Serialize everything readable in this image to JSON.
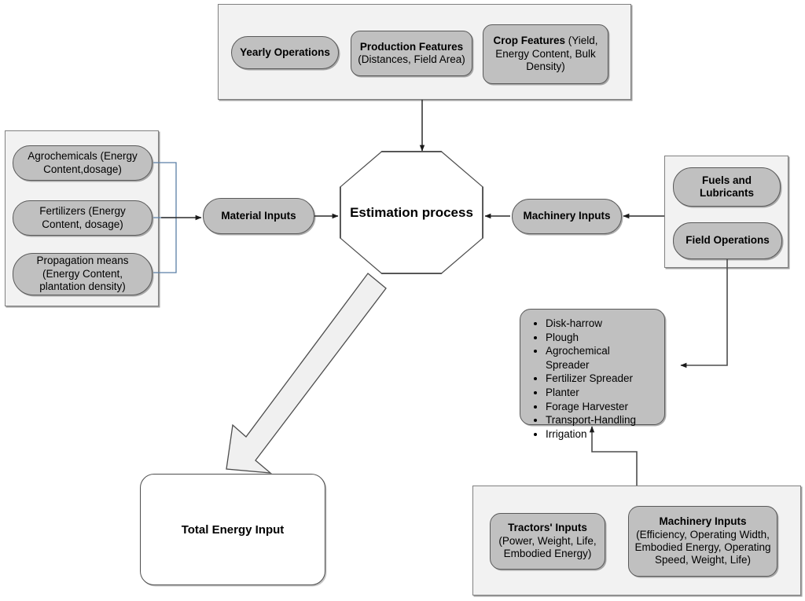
{
  "diagram": {
    "title": "Energy input estimation process flow diagram",
    "colors": {
      "node_fill": "#c0c0c0",
      "panel_fill": "#f2f2f2",
      "node_stroke": "#595959",
      "panel_stroke": "#808080",
      "connector": "#404040",
      "bus_connector": "#5b7fa6",
      "process_fill": "#ffffff"
    }
  },
  "top_panel": {
    "nodes": [
      {
        "bold": "Yearly Operations",
        "rest": ""
      },
      {
        "bold": "Production Features",
        "rest": "(Distances, Field Area)"
      },
      {
        "bold": "Crop Features",
        "rest": "(Yield, Energy Content, Bulk Density)"
      }
    ]
  },
  "left_panel": {
    "nodes": [
      {
        "bold": "",
        "rest": "Agrochemicals (Energy Content,dosage)"
      },
      {
        "bold": "",
        "rest": "Fertilizers (Energy Content, dosage)"
      },
      {
        "bold": "",
        "rest": "Propagation means (Energy Content, plantation density)"
      }
    ]
  },
  "right_panel": {
    "nodes": [
      {
        "bold": "Fuels and Lubricants",
        "rest": ""
      },
      {
        "bold": "Field Operations",
        "rest": ""
      }
    ]
  },
  "bottom_panel": {
    "nodes": [
      {
        "bold": "Tractors' Inputs",
        "rest": "(Power, Weight, Life, Embodied Energy)"
      },
      {
        "bold": "Machinery Inputs",
        "rest": "(Efficiency, Operating Width, Embodied Energy, Operating Speed, Weight, Life)"
      }
    ]
  },
  "operations_list": {
    "items": [
      "Disk-harrow",
      "Plough",
      "Agrochemical Spreader",
      "Fertilizer Spreader",
      "Planter",
      "Forage Harvester",
      "Transport-Handling",
      "Irrigation"
    ]
  },
  "hubs": {
    "material_inputs": "Material Inputs",
    "machinery_inputs": "Machinery Inputs"
  },
  "process": {
    "label": "Estimation process"
  },
  "output": {
    "label": "Total Energy Input"
  }
}
